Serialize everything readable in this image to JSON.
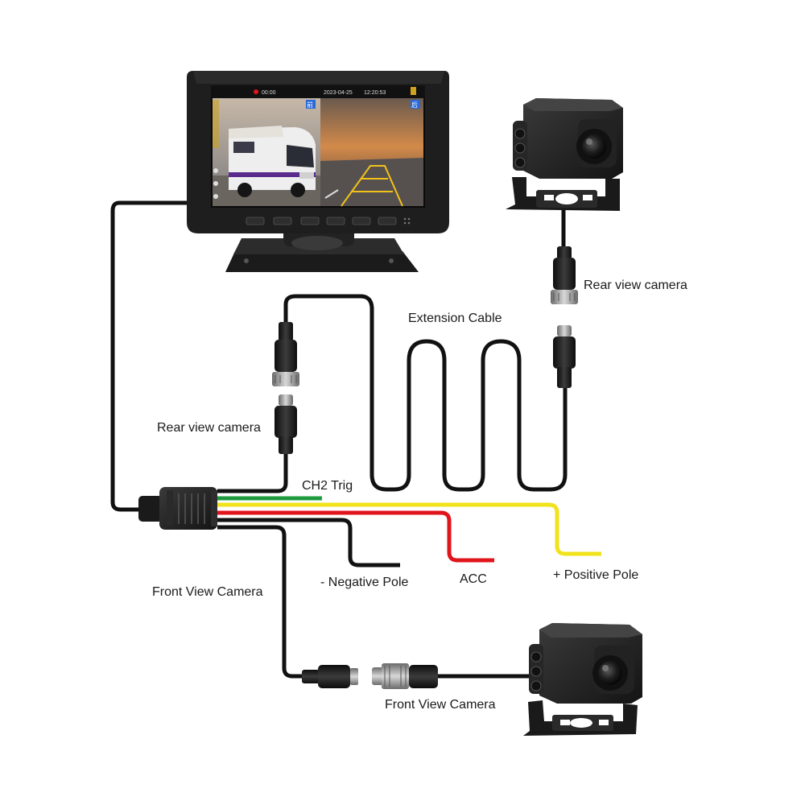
{
  "labels": {
    "rear_camera_right": "Rear view camera",
    "extension_cable": "Extension Cable",
    "rear_camera_left": "Rear view camera",
    "ch2_trig": "CH2 Trig",
    "negative_pole": "- Negative Pole",
    "acc": "ACC",
    "positive_pole": "+ Positive Pole",
    "front_camera_left": "Front View Camera",
    "front_camera_bottom": "Front View Camera"
  },
  "monitor_screen": {
    "record_time": "00:00",
    "date": "2023-04-25",
    "clock": "12:20:53",
    "channel_left": "前",
    "channel_right": "后"
  },
  "colors": {
    "cable_black": "#111111",
    "wire_green": "#1e9a3c",
    "wire_yellow": "#f2e21b",
    "wire_red": "#e0141b",
    "device_dark": "#1c1c1c"
  },
  "icons": [
    "monitor",
    "rear-camera",
    "front-camera",
    "aviation-connector",
    "harness-plug"
  ]
}
